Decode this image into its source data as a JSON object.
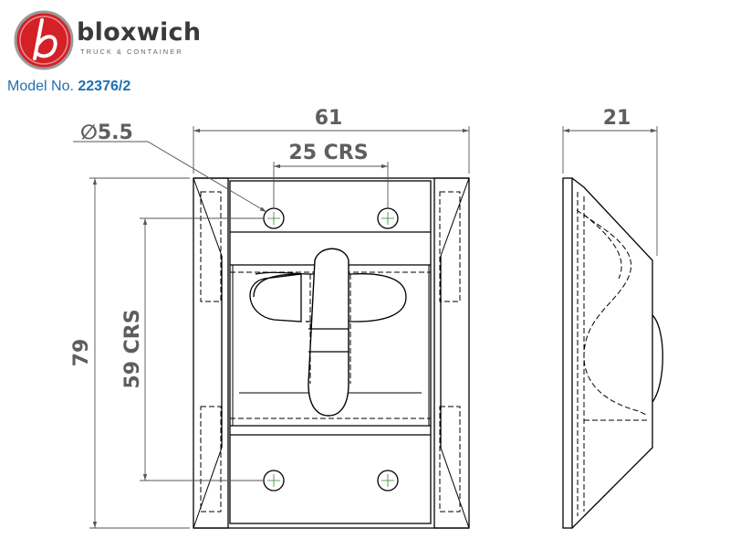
{
  "header": {
    "brand_name": "bloxwich",
    "brand_tagline": "TRUCK & CONTAINER",
    "model_label": "Model No.",
    "model_number": "22376/2",
    "logo_color": "#d42027",
    "model_color": "#1f6fb0"
  },
  "dimensions": {
    "width": "61",
    "depth": "21",
    "height": "79",
    "hole_crs_horizontal": "25 CRS",
    "hole_crs_vertical": "59 CRS",
    "hole_diameter": "∅5.5"
  }
}
